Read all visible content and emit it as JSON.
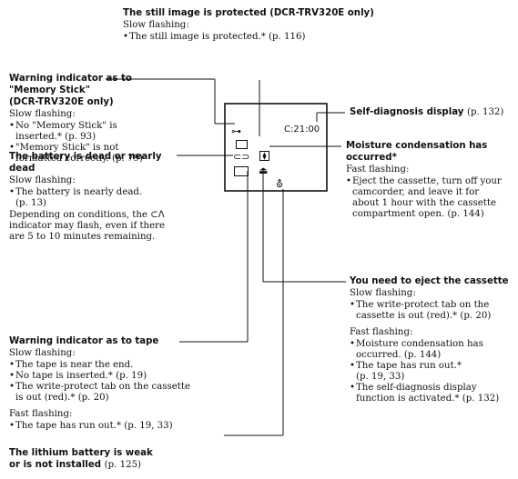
{
  "still_image": {
    "heading": "The still image is protected (DCR-TRV320E only)",
    "sub": "Slow flashing:",
    "bullets": [
      "The still image is protected.* (p. 116)"
    ]
  },
  "memory_stick": {
    "heading1": "Warning indicator as to",
    "heading2": "\"Memory Stick\"",
    "heading3": "(DCR-TRV320E only)",
    "sub": "Slow flashing:",
    "bullet1_l1": "No \"Memory Stick\" is",
    "bullet1_l2": "inserted.* (p. 93)",
    "bullet2_l1": "\"Memory Stick\" is not",
    "bullet2_l2": "formatted correctly. (p. 79)"
  },
  "self_diagnosis": {
    "heading": "Self-diagnosis display",
    "page": "(p. 132)"
  },
  "lcd": {
    "time": "C:21:00"
  },
  "battery": {
    "heading1": "The battery is dead or nearly",
    "heading2": "dead",
    "sub": "Slow flashing:",
    "bullet_l1": "The battery is nearly dead.",
    "bullet_l2": "(p. 13)",
    "note_l1": "Depending on conditions, the",
    "note_icon": "⊂ᐱ",
    "note_l2": "indicator may flash, even if there",
    "note_l3": "are 5 to 10 minutes remaining."
  },
  "moisture": {
    "heading1": "Moisture condensation has",
    "heading2": "occurred*",
    "sub": "Fast flashing:",
    "b_l1": "Eject the cassette, turn off your",
    "b_l2": "camcorder, and leave it for",
    "b_l3": "about 1 hour with the cassette",
    "b_l4": "compartment open. (p. 144)"
  },
  "eject": {
    "heading": "You need to eject the cassette",
    "sub": "Slow flashing:",
    "b1_l1": "The write-protect tab on the",
    "b1_l2": "cassette is out (red).* (p. 20)",
    "sub2": "Fast flashing:",
    "b2_l1": "Moisture condensation has",
    "b2_l2": "occurred. (p. 144)",
    "b3_l1": "The tape has run out.*",
    "b3_l2": "(p. 19, 33)",
    "b4_l1": "The self-diagnosis display",
    "b4_l2": "function is activated.* (p. 132)"
  },
  "tape": {
    "heading": "Warning indicator as to tape",
    "sub": "Slow flashing:",
    "b1": "The tape is near the end.",
    "b2": "No tape is inserted.* (p. 19)",
    "b3_l1": "The write-protect tab on the cassette",
    "b3_l2": "is out (red).* (p. 20)",
    "sub2": "Fast flashing:",
    "b4": "The tape has run out.* (p. 19, 33)"
  },
  "lithium": {
    "heading1": "The lithium battery is weak",
    "heading2": "or is not installed",
    "page": "(p. 125)"
  }
}
